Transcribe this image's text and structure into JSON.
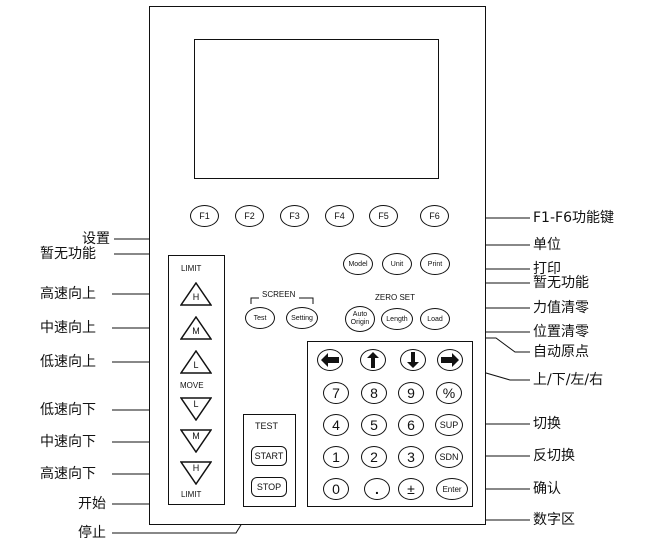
{
  "function_keys": [
    "F1",
    "F2",
    "F3",
    "F4",
    "F5",
    "F6"
  ],
  "screen_group": {
    "title": "SCREEN",
    "test": "Test",
    "setting": "Setting"
  },
  "mode_keys": {
    "model": "Model",
    "unit": "Unit",
    "print": "Print"
  },
  "zero_set": {
    "title": "ZERO SET",
    "auto_origin_l1": "Auto",
    "auto_origin_l2": "Origin",
    "length": "Length",
    "load": "Load"
  },
  "motion": {
    "limit_top": "LIMIT",
    "move": "MOVE",
    "limit_bottom": "LIMIT",
    "up_high": "H",
    "up_mid": "M",
    "up_low": "L",
    "down_low": "L",
    "down_mid": "M",
    "down_high": "H"
  },
  "test_group": {
    "title": "TEST",
    "start": "START",
    "stop": "STOP"
  },
  "keypad": {
    "arrow_icons": [
      "arrow-left-icon",
      "arrow-up-icon",
      "arrow-down-icon",
      "arrow-right-icon"
    ],
    "row1": [
      "7",
      "8",
      "9",
      "%"
    ],
    "row2": [
      "4",
      "5",
      "6",
      "SUP"
    ],
    "row3": [
      "1",
      "2",
      "3",
      "SDN"
    ],
    "row4": [
      "0",
      ".",
      "±",
      "Enter"
    ]
  },
  "annotations": {
    "f_keys": "F1-F6功能键",
    "setting": "设置",
    "test_placeholder": "暂无功能",
    "unit": "单位",
    "print": "打印",
    "model": "暂无功能",
    "load_zero": "力值清零",
    "length_zero": "位置清零",
    "auto_origin": "自动原点",
    "arrows": "上/下/左/右",
    "sup": "切换",
    "sdn": "反切换",
    "enter": "确认",
    "numeric": "数字区",
    "up_high": "高速向上",
    "up_mid": "中速向上",
    "up_low": "低速向上",
    "down_low": "低速向下",
    "down_mid": "中速向下",
    "down_high": "高速向下",
    "start": "开始",
    "stop": "停止"
  }
}
